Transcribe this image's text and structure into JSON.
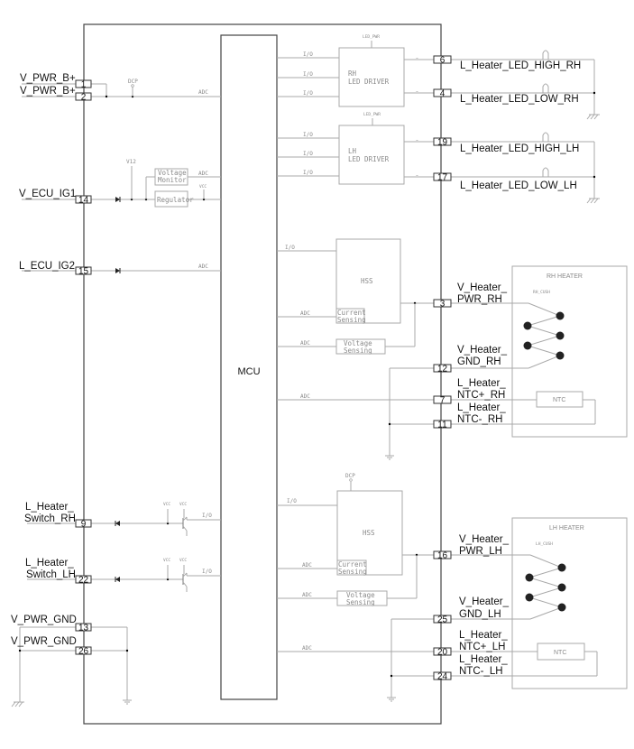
{
  "diagram": {
    "title": "Heated Steering / Seat Heater ECU Block Diagram",
    "mcu_label": "MCU",
    "connectors": [
      {
        "pin": "1",
        "label": "V_PWR_B+"
      },
      {
        "pin": "2",
        "label": "V_PWR_B+"
      },
      {
        "pin": "14",
        "label": "V_ECU_IG1"
      },
      {
        "pin": "15",
        "label": "L_ECU_IG2"
      },
      {
        "pin": "9",
        "label_line1": "L_Heater_",
        "label_line2": "Switch_RH"
      },
      {
        "pin": "22",
        "label_line1": "L_Heater_",
        "label_line2": "Switch_LH"
      },
      {
        "pin": "13",
        "label": "V_PWR_GND"
      },
      {
        "pin": "26",
        "label": "V_PWR_GND"
      },
      {
        "pin": "6",
        "label": "L_Heater_LED_HIGH_RH"
      },
      {
        "pin": "4",
        "label": "L_Heater_LED_LOW_RH"
      },
      {
        "pin": "19",
        "label": "L_Heater_LED_HIGH_LH"
      },
      {
        "pin": "17",
        "label": "L_Heater_LED_LOW_LH"
      },
      {
        "pin": "3",
        "label_line1": "V_Heater_",
        "label_line2": "PWR_RH"
      },
      {
        "pin": "12",
        "label_line1": "V_Heater_",
        "label_line2": "GND_RH"
      },
      {
        "pin": "7",
        "label_line1": "L_Heater_",
        "label_line2": "NTC+_RH"
      },
      {
        "pin": "11",
        "label_line1": "L_Heater_",
        "label_line2": "NTC-_RH"
      },
      {
        "pin": "16",
        "label_line1": "V_Heater_",
        "label_line2": "PWR_LH"
      },
      {
        "pin": "25",
        "label_line1": "V_Heater_",
        "label_line2": "GND_LH"
      },
      {
        "pin": "20",
        "label_line1": "L_Heater_",
        "label_line2": "NTC+_LH"
      },
      {
        "pin": "24",
        "label_line1": "L_Heater_",
        "label_line2": "NTC-_LH"
      }
    ],
    "blocks": {
      "rh_led_driver": {
        "line1": "RH",
        "line2": "LED DRIVER",
        "supply": "LED_PWR"
      },
      "lh_led_driver": {
        "line1": "LH",
        "line2": "LED DRIVER",
        "supply": "LED_PWR"
      },
      "voltage_monitor": {
        "line1": "Voltage",
        "line2": "Monitor"
      },
      "regulator": {
        "label": "Regulator"
      },
      "hss_rh": {
        "label": "HSS"
      },
      "hss_lh": {
        "label": "HSS",
        "supply": "DCP"
      },
      "current_sensing": {
        "line1": "Current",
        "line2": "Sensing"
      },
      "voltage_sensing": {
        "line1": "Voltage",
        "line2": "Sensing"
      },
      "rh_heater": {
        "title": "RH HEATER",
        "sub": "RH_CUSH",
        "ntc": "NTC"
      },
      "lh_heater": {
        "title": "LH HEATER",
        "sub": "LH_CUSH",
        "ntc": "NTC"
      }
    },
    "signals": {
      "io": "I/O",
      "adc": "ADC",
      "dcp": "DCP",
      "v12": "V12",
      "vcc": "VCC",
      "tilde": "~"
    }
  }
}
